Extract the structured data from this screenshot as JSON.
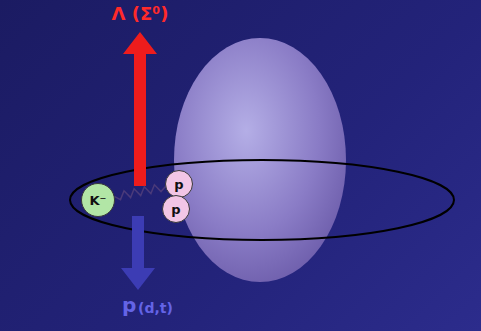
{
  "diagram": {
    "nodes": [
      {
        "text": [
          "K⁻"
        ]
      },
      {
        "text": [
          "p"
        ]
      },
      {
        "text": [
          "p"
        ]
      }
    ],
    "edges": [
      {
        "from": 0,
        "to": 1,
        "arrow": "none"
      }
    ],
    "labels": [
      "Λ (Σ⁰)",
      "p",
      "(d,t)"
    ]
  }
}
